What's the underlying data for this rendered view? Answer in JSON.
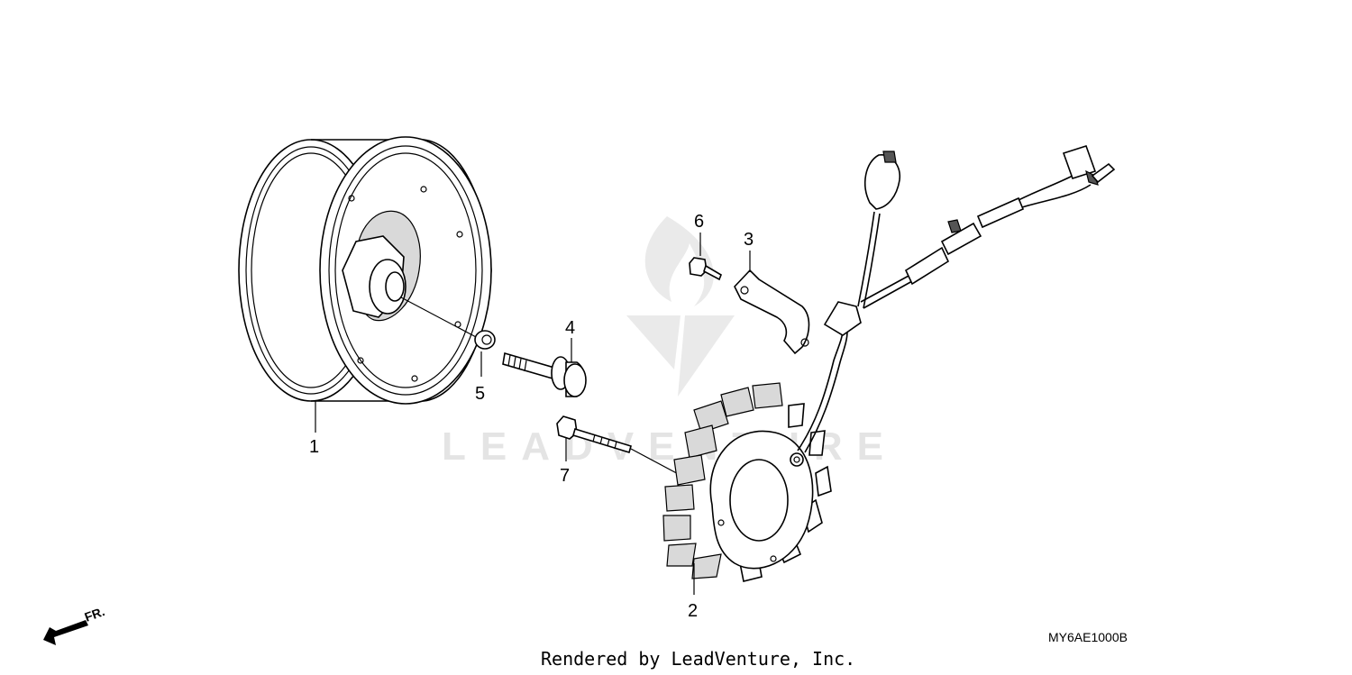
{
  "diagram": {
    "callouts": [
      {
        "id": "1",
        "label": "1"
      },
      {
        "id": "2",
        "label": "2"
      },
      {
        "id": "3",
        "label": "3"
      },
      {
        "id": "4",
        "label": "4"
      },
      {
        "id": "5",
        "label": "5"
      },
      {
        "id": "6",
        "label": "6"
      },
      {
        "id": "7",
        "label": "7"
      }
    ],
    "front_marker": "FR.",
    "diagram_code": "MY6AE1000B",
    "watermark_text": "LEADVENTURE",
    "credit": "Rendered by LeadVenture, Inc."
  },
  "colors": {
    "ink": "#000000",
    "watermark": "#d8d8d8",
    "background": "#ffffff"
  }
}
